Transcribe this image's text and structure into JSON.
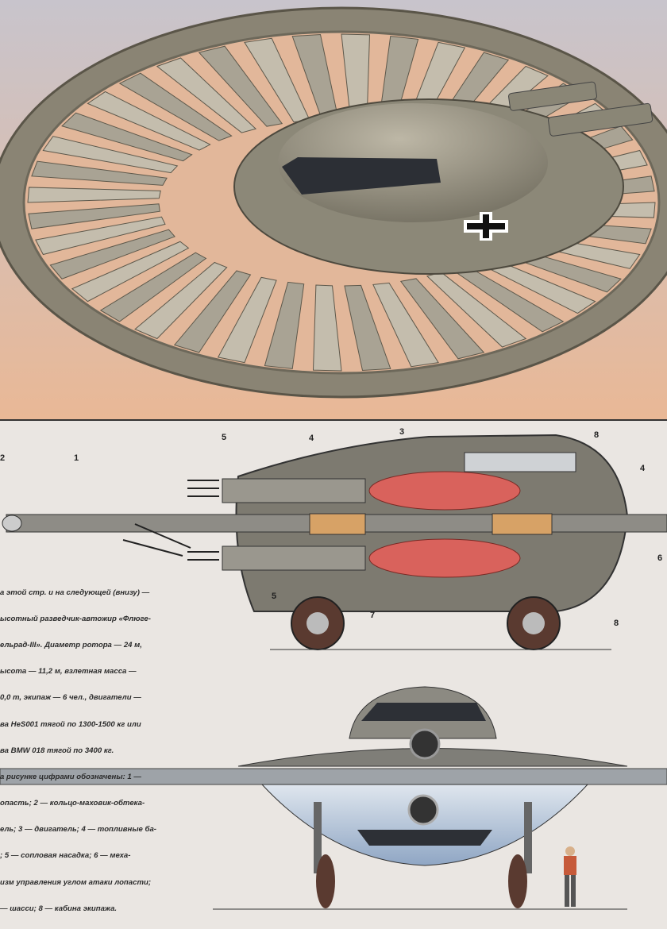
{
  "caption": {
    "lines": [
      "а этой стр. и на следующей (внизу) —",
      "ысотный разведчик-автожир «Флюге-",
      "ельрад-III». Диаметр ротора — 24 м,",
      "ысота — 11,2 м, взлетная масса —",
      "0,0 т, экипаж — 6 чел., двигатели —",
      "ва HeS001 тягой по 1300-1500 кг или",
      "ва BMW 018 тягой по 3400 кг.",
      "а рисунке цифрами обозначены: 1 —",
      "опасть; 2 — кольцо-маховик-обтека-",
      "ель; 3 — двигатель; 4 — топливные ба-",
      "; 5 — сопловая насадка; 6 — меха-",
      "изм управления углом атаки лопасти;",
      "— шасси; 8 — кабина экипажа."
    ]
  },
  "callouts": [
    "5",
    "4",
    "3",
    "8",
    "2",
    "1",
    "4",
    "6",
    "5",
    "7",
    "8"
  ],
  "colors": {
    "background": "#eae6e2",
    "sky_top": "#c9c4cc",
    "sky_bottom": "#e8b89a",
    "hull": "#8a8676",
    "fuel_tank": "#d9625c",
    "underside": "#b8c8dc"
  }
}
